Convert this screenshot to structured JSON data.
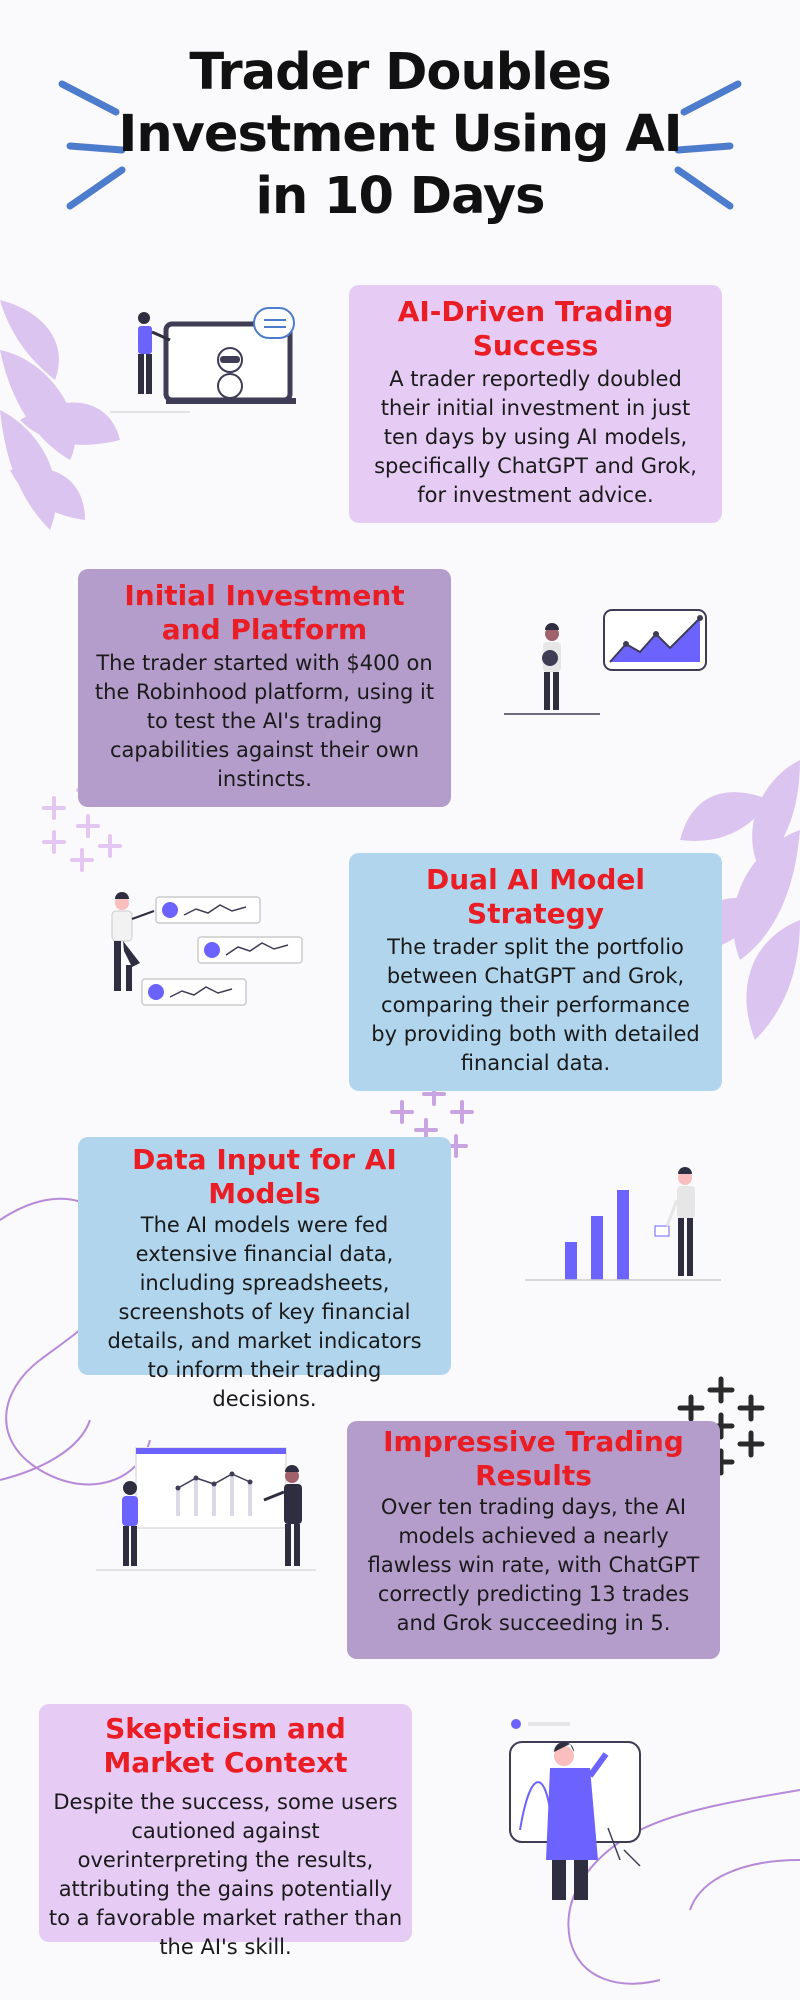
{
  "title": "Trader Doubles Investment Using AI in 10 Days",
  "colors": {
    "heading_red": "#ea1c24",
    "card_pink": "#e6ccf5",
    "card_purple": "#b49ccb",
    "card_blue": "#b2d5ee",
    "accent_blue": "#4d7ccc",
    "illustration_purple": "#6c63ff"
  },
  "sections": [
    {
      "heading": "AI-Driven Trading Success",
      "body": "A trader reportedly doubled their initial investment in just ten days by using AI models, specifically ChatGPT and Grok, for investment advice.",
      "illustration": "person-presenting-chatbot-illustration"
    },
    {
      "heading": "Initial Investment and Platform",
      "body": "The trader started with $400 on the Robinhood platform, using it to test the AI's trading capabilities against their own instincts.",
      "illustration": "person-with-rising-chart-illustration"
    },
    {
      "heading": "Dual AI Model Strategy",
      "body": "The trader split the portfolio between ChatGPT and Grok, comparing their performance by providing both with detailed financial data.",
      "illustration": "person-with-crypto-cards-illustration"
    },
    {
      "heading": "Data Input for AI Models",
      "body": "The AI models were fed extensive financial data, including spreadsheets, screenshots of key financial details, and market indicators to inform their trading decisions.",
      "illustration": "person-with-bar-chart-illustration"
    },
    {
      "heading": "Impressive Trading Results",
      "body": "Over ten trading days, the AI models achieved a nearly flawless win rate, with ChatGPT correctly predicting 13 trades and Grok succeeding in 5.",
      "illustration": "two-people-at-board-illustration"
    },
    {
      "heading": "Skepticism and Market Context",
      "body": "Despite the success, some users cautioned against overinterpreting the results, attributing the gains potentially to a favorable market rather than the AI's skill.",
      "illustration": "person-at-whiteboard-illustration"
    }
  ]
}
